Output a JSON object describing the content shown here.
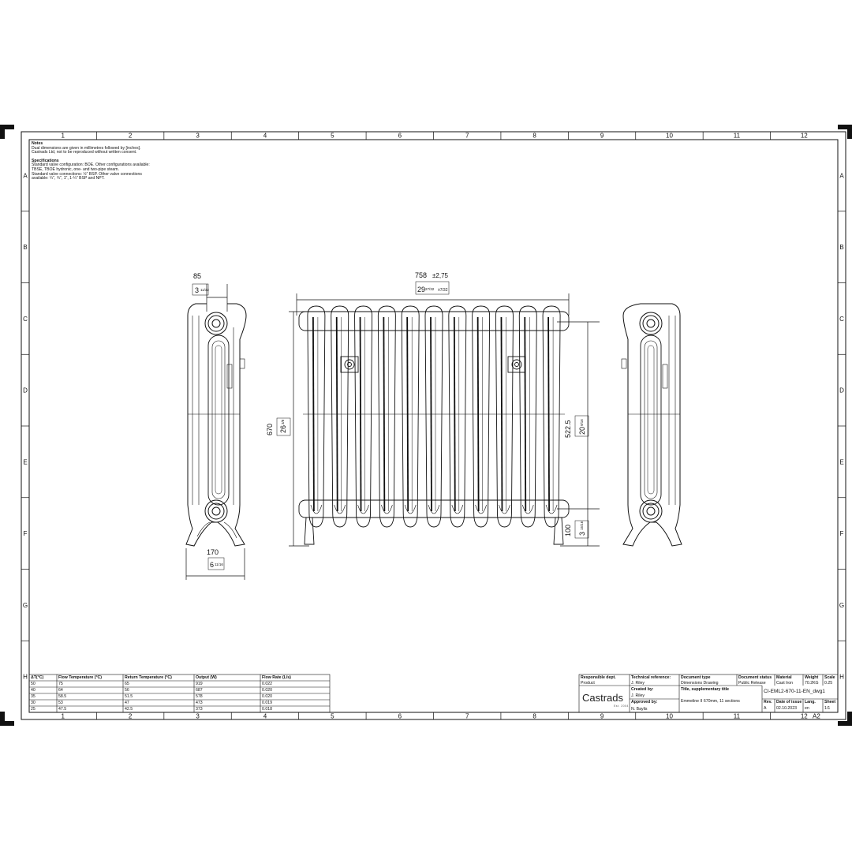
{
  "grid": {
    "columns": [
      "1",
      "2",
      "3",
      "4",
      "5",
      "6",
      "7",
      "8",
      "9",
      "10",
      "11",
      "12"
    ],
    "rows": [
      "A",
      "B",
      "C",
      "D",
      "E",
      "F",
      "G",
      "H"
    ],
    "sheet_size": "A2"
  },
  "notes": {
    "notes_heading": "Notes",
    "notes_line1": "Dual dimensions are given in millimetres followed by [inches].",
    "notes_line2": "Castrads Ltd, not to be reproduced without written consent.",
    "spec_heading": "Specifications",
    "spec_line1": "Standard valve configuration: BOE. Other configurations available:",
    "spec_line2": "TBSE, TBOE hydronic, one- and two-pipe steam.",
    "spec_line3": "Standard valve connections: ½\" BSP. Other valve connections",
    "spec_line4": "available: ¼\", ¾\", 1\", 1-¼\" BSP and NPT."
  },
  "dimensions": {
    "side_depth_mm": "85",
    "side_depth_in_whole": "3",
    "side_depth_in_frac": "11/32",
    "foot_width_mm": "170",
    "foot_width_in_whole": "6",
    "foot_width_in_frac": "11/16",
    "overall_height_mm": "670",
    "overall_height_in_whole": "26",
    "overall_height_in_frac": "3/8",
    "length_mm": "758",
    "length_tol_mm": "±2,75",
    "length_in_whole": "29",
    "length_in_frac": "27/32",
    "length_tol_in": "±7/32",
    "centres_mm": "522.5",
    "centres_in_whole": "20",
    "centres_in_frac": "9/16",
    "floor_mm": "100",
    "floor_in_whole": "3",
    "floor_in_frac": "15/16"
  },
  "flow_table": {
    "headers": [
      "ΔT(°C)",
      "Flow Temperature (°C)",
      "Return Temperature (°C)",
      "Output (W)",
      "Flow Rate (L/s)"
    ],
    "rows": [
      [
        "50",
        "75",
        "65",
        "919",
        "0.022"
      ],
      [
        "40",
        "64",
        "56",
        "687",
        "0.020"
      ],
      [
        "35",
        "58.5",
        "51.5",
        "578",
        "0.020"
      ],
      [
        "30",
        "53",
        "47",
        "473",
        "0.019"
      ],
      [
        "25",
        "47.5",
        "42.5",
        "373",
        "0.018"
      ]
    ]
  },
  "title_block": {
    "logo": "Castrads",
    "logo_sub": "Est. 2004",
    "resp_label": "Responsible dept.",
    "resp_value": "Product",
    "tech_label": "Technical reference:",
    "tech_value": "J. Riley",
    "created_label": "Created by:",
    "created_value": "J. Riley",
    "approved_label": "Approved by:",
    "approved_value": "N. Baylis",
    "doctype_label": "Document type",
    "doctype_value": "Dimensions Drawing",
    "docstatus_label": "Document status",
    "docstatus_value": "Public Release",
    "material_label": "Material",
    "material_value": "Cast Iron",
    "weight_label": "Weight",
    "weight_value": "70.2KG",
    "scale_label": "Scale",
    "scale_value": "0.25",
    "title_label": "Title, supplementary title",
    "title_value": "Emmeline II 670mm, 11 sections",
    "drawing_no": "CI-EML2-670-11-EN_dwg1",
    "rev_label": "Rev.",
    "rev_value": "A",
    "issue_label": "Date of issue",
    "issue_value": "02.10.2023",
    "lang_label": "Lang.",
    "lang_value": "en",
    "sheet_label": "Sheet",
    "sheet_value": "1/1"
  }
}
